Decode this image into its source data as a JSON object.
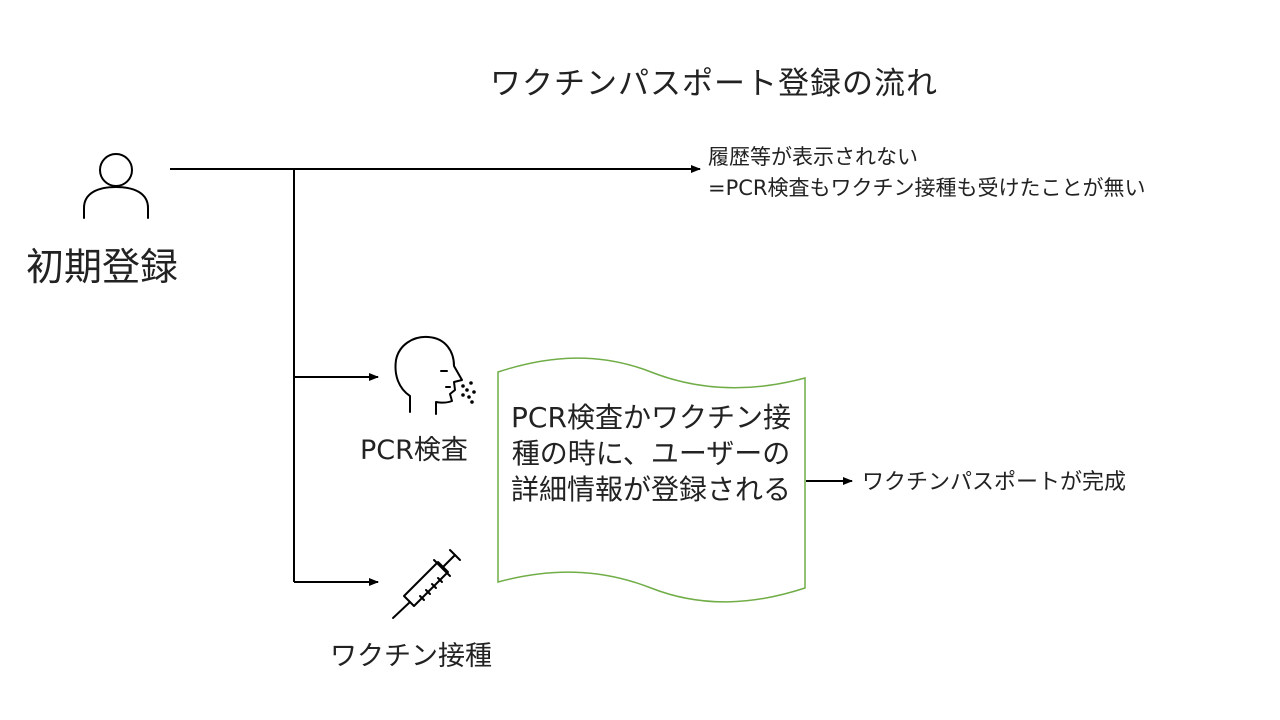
{
  "title": "ワクチンパスポート登録の流れ",
  "initial": {
    "label": "初期登録",
    "icon": "person-icon"
  },
  "no_history": {
    "line1": "履歴等が表示されない",
    "line2": "=PCR検査もワクチン接種も受けたことが無い"
  },
  "pcr": {
    "label": "PCR検査",
    "icon": "face-spray-icon"
  },
  "vaccine": {
    "label": "ワクチン接種",
    "icon": "syringe-icon"
  },
  "document": {
    "text": "PCR検査かワクチン接種の時に、ユーザーの詳細情報が登録される",
    "border_color": "#70ad47"
  },
  "result": {
    "label": "ワクチンパスポートが完成"
  }
}
